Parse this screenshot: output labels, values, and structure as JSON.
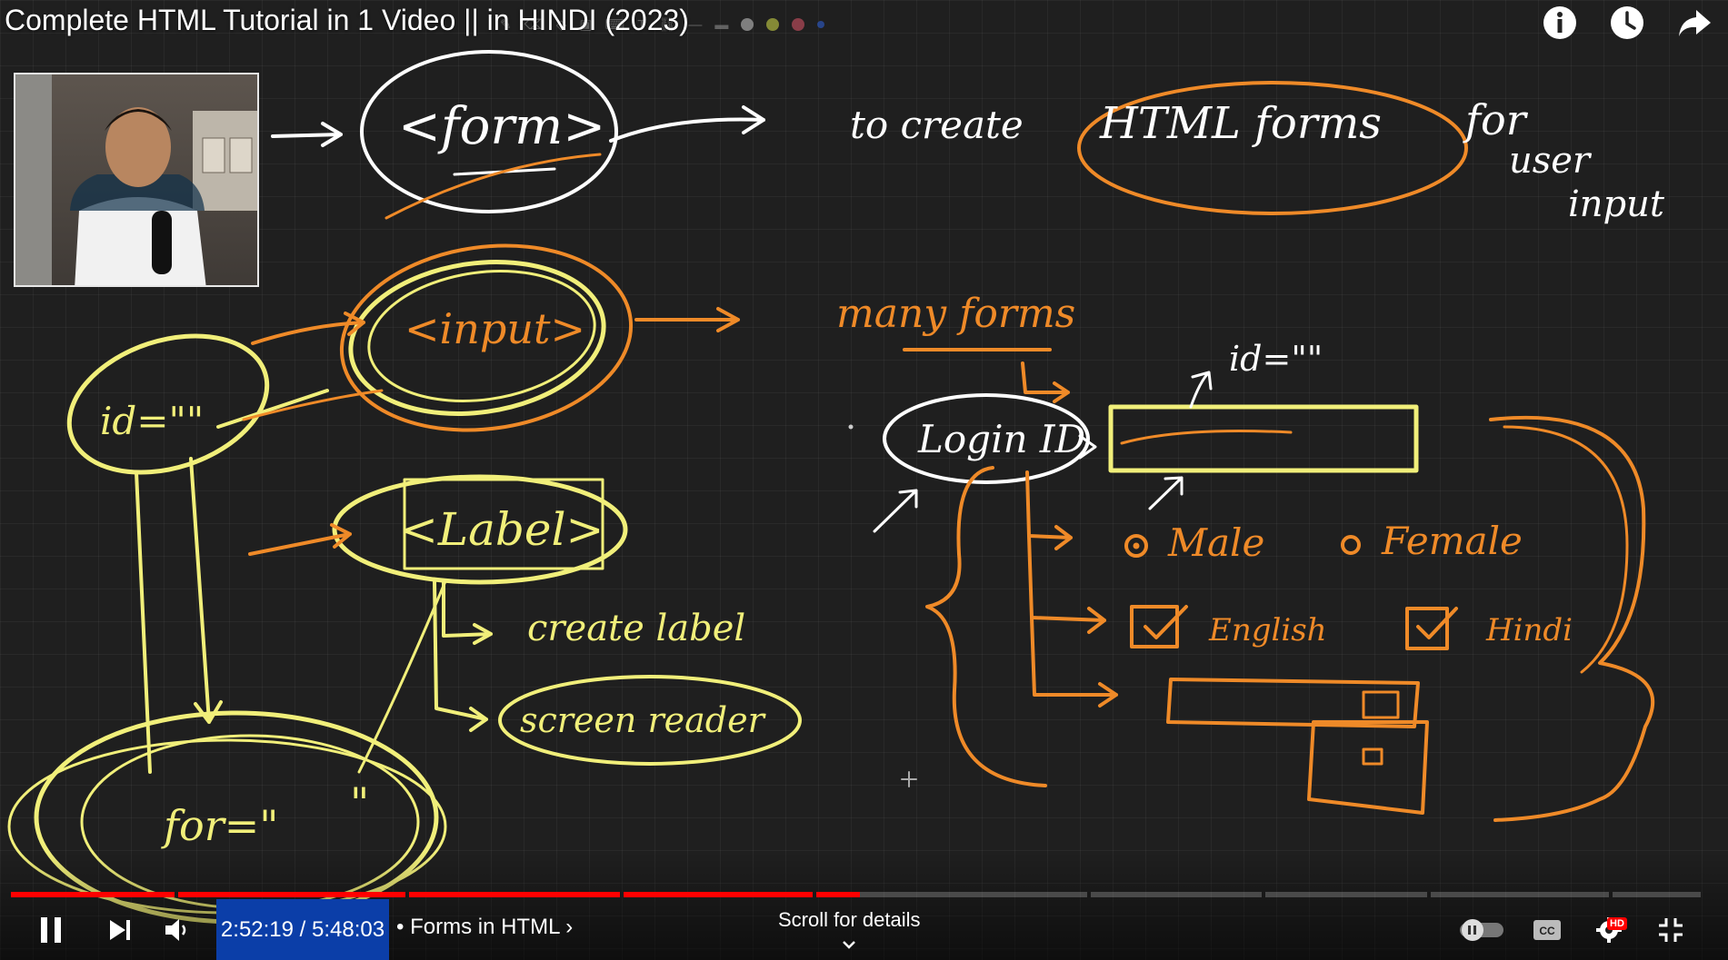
{
  "video": {
    "title": "Complete HTML Tutorial in 1 Video || in HINDI (2023)"
  },
  "whiteboard": {
    "notes": {
      "form_tag": "<form>",
      "form_desc_pre": "to create",
      "form_desc_circled": "HTML forms",
      "form_desc_post1": "for",
      "form_desc_post2": "user",
      "form_desc_post3": "input",
      "input_tag": "<input>",
      "id_attr": "id=\"\"",
      "label_tag": "<Label>",
      "create_label": "create label",
      "screen_reader": "screen reader",
      "for_attr": "for=\"",
      "for_close": "\"",
      "many_forms": "many forms",
      "id_attr_right": "id=\"\"",
      "login_id": "Login ID",
      "male": "Male",
      "female": "Female",
      "english": "English",
      "hindi": "Hindi"
    },
    "colors": {
      "white": "#ffffff",
      "yellow": "#f1ef7a",
      "orange": "#ef8a28"
    }
  },
  "controls": {
    "current_time": "2:52:19",
    "duration": "5:48:03",
    "time_display": "2:52:19 / 5:48:03",
    "chapter": "• Forms in HTML",
    "scroll_hint": "Scroll for details",
    "hd_badge": "HD",
    "played_fraction": 0.497
  }
}
